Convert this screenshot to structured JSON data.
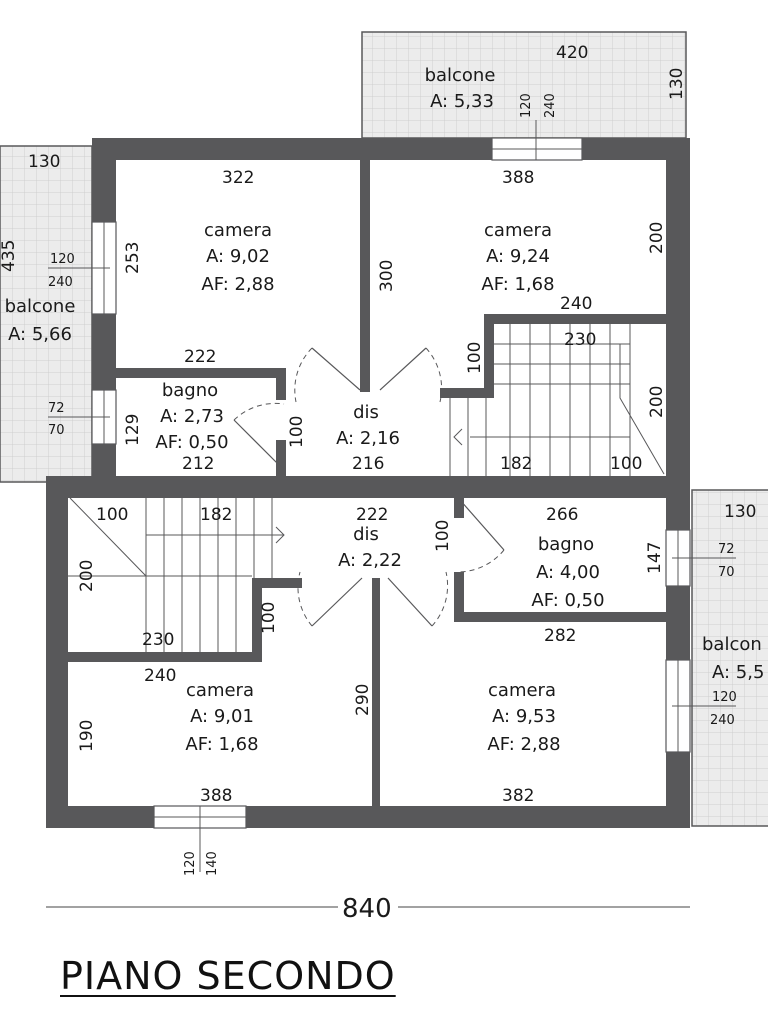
{
  "title": "PIANO SECONDO",
  "overall_dimension": "840",
  "colors": {
    "wall": "#58585a",
    "balcony_grid": "#d7d7d7",
    "balcony_fill": "#ececec"
  },
  "rooms": {
    "camera_nw": {
      "name": "camera",
      "area": "A: 9,02",
      "af": "AF: 2,88"
    },
    "camera_ne": {
      "name": "camera",
      "area": "A: 9,24",
      "af": "AF: 1,68"
    },
    "bagno_n": {
      "name": "bagno",
      "area": "A: 2,73",
      "af": "AF: 0,50"
    },
    "dis_n": {
      "name": "dis",
      "area": "A: 2,16"
    },
    "dis_s": {
      "name": "dis",
      "area": "A: 2,22"
    },
    "bagno_s": {
      "name": "bagno",
      "area": "A: 4,00",
      "af": "AF: 0,50"
    },
    "camera_sw": {
      "name": "camera",
      "area": "A: 9,01",
      "af": "AF: 1,68"
    },
    "camera_se": {
      "name": "camera",
      "area": "A: 9,53",
      "af": "AF: 2,88"
    },
    "balcone_top": {
      "name": "balcone",
      "area": "A: 5,33"
    },
    "balcone_left": {
      "name": "balcone",
      "area": "A: 5,66"
    },
    "balcone_right": {
      "name": "balcon",
      "area": "A: 5,5"
    }
  },
  "dimensions": {
    "d322": "322",
    "d388a": "388",
    "d253": "253",
    "d300": "300",
    "d200a": "200",
    "d240a": "240",
    "d230a": "230",
    "d222": "222",
    "d100a": "100",
    "d200b": "200",
    "d129": "129",
    "d100b": "100",
    "d212": "212",
    "d216": "216",
    "d182a": "182",
    "d100c": "100",
    "d100d": "100",
    "d182b": "182",
    "d222b": "222",
    "d100e": "100",
    "d266": "266",
    "d200c": "200",
    "d147": "147",
    "d230b": "230",
    "d100f": "100",
    "d282": "282",
    "d240b": "240",
    "d290": "290",
    "d190": "190",
    "d388b": "388",
    "d382": "382",
    "d420": "420",
    "d130a": "130",
    "d130b": "130",
    "d435": "435",
    "d130c": "130"
  },
  "windows": {
    "w_top": {
      "h": "120",
      "w": "240"
    },
    "w_left1": {
      "h": "120",
      "w": "240"
    },
    "w_left2": {
      "h": "72",
      "w": "70"
    },
    "w_right1": {
      "h": "72",
      "w": "70"
    },
    "w_right2": {
      "h": "120",
      "w": "240"
    },
    "w_bottom": {
      "h": "120",
      "w": "140"
    }
  }
}
